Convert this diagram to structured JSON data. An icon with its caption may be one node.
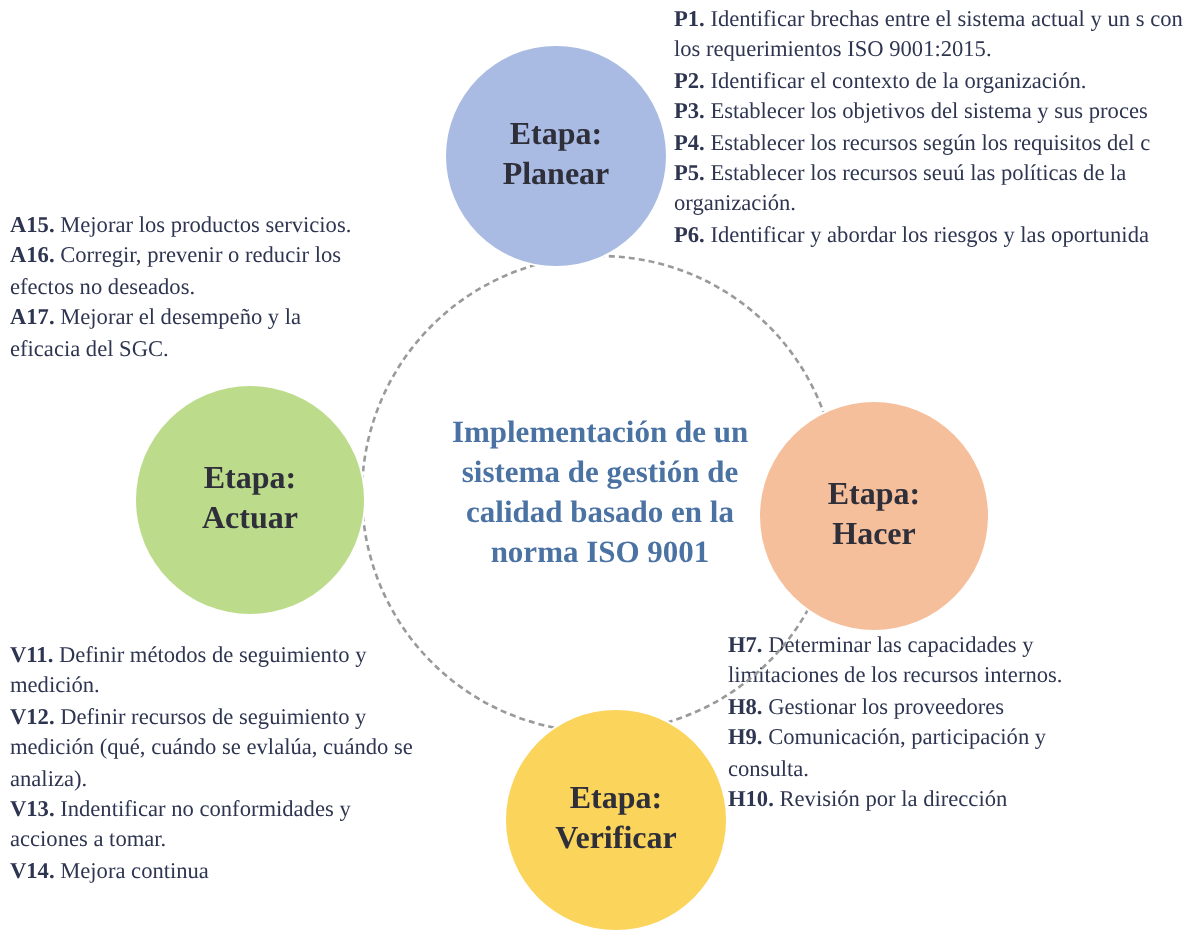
{
  "diagram": {
    "nodes": [
      {
        "text": [
          "Implementación de un sistema de gestión de calidad basado en la norma ISO 9001"
        ]
      },
      {
        "text": [
          "Etapa: Planear"
        ]
      },
      {
        "text": [
          "Etapa: Hacer"
        ]
      },
      {
        "text": [
          "Etapa: Verificar"
        ]
      },
      {
        "text": [
          "Etapa: Actuar"
        ]
      }
    ],
    "edges": [],
    "labels": [
      "**P1.** Identificar brechas entre el sistema actual y un s con los requerimientos ISO 9001:2015.",
      "**P2.**  Identificar el contexto de la organización.",
      "**P3.** Establecer los objetivos del sistema y sus proces",
      "**P4.** Establecer los recursos según los requisitos del c",
      "**P5.** Establecer los recursos seuú las políticas de la organización.",
      "**P6.** Identificar y abordar los riesgos y las oportunida",
      "**A15.** Mejorar los productos servicios.",
      "**A16.** Corregir, prevenir o reducir los efectos no deseados.",
      "**A17.** Mejorar el desempeño y la eficacia del SGC.",
      "**H7.** Determinar las capacidades y limitaciones de los recursos internos.",
      "**H8.** Gestionar los proveedores",
      "**H9.** Comunicación, participación y consulta.",
      "**H10.** Revisión por la dirección",
      "**V11.** Definir métodos de seguimiento y medición.",
      "**V12.** Definir recursos de seguimiento y medición (qué, cuándo se evlalúa, cuándo se analiza).",
      "**V13.** Indentificar no conformidades y acciones a tomar.",
      "**V14.**  Mejora continua"
    ]
  }
}
